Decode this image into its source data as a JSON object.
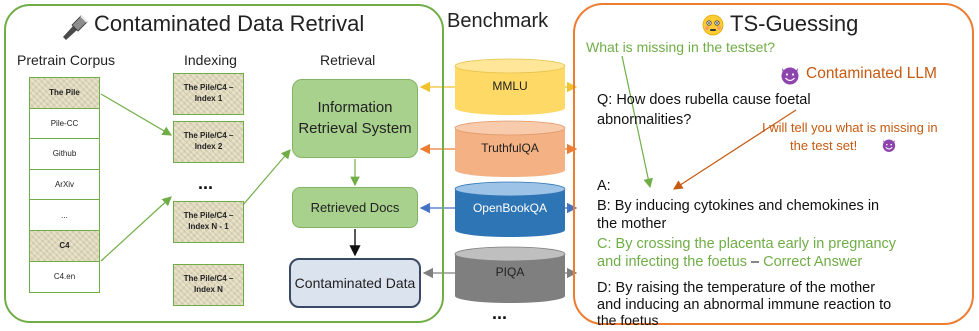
{
  "benchmark_title": "Benchmark",
  "left": {
    "title": "Contaminated Data Retrival",
    "title_icon": "flashlight-icon",
    "col_pretrain": "Pretrain Corpus",
    "col_indexing": "Indexing",
    "col_retrieval": "Retrieval",
    "corpus_items": [
      "The Pile",
      "Pile-CC",
      "Github",
      "ArXiv",
      "...",
      "C4",
      "C4.en"
    ],
    "index_items": [
      "The Pile/C4 – Index 1",
      "The Pile/C4 – Index 2",
      "...",
      "The Pile/C4 – Index N - 1",
      "The Pile/C4 – Index N"
    ],
    "irs": "Information Retrieval System",
    "retrieved": "Retrieved Docs",
    "contaminated": "Contaminated Data"
  },
  "benchmarks": [
    "MMLU",
    "TruthfulQA",
    "OpenBookQA",
    "PIQA",
    "..."
  ],
  "right": {
    "title": "TS-Guessing",
    "title_icon": "flushed-face-icon",
    "missing_q": "What is missing in the testset?",
    "llm_label": "Contaminated LLM",
    "llm_icon": "smiling-devil-icon",
    "reply_line1": "I will tell you what is missing in",
    "reply_line2": "the test set!",
    "question_line1": "Q: How does rubella cause foetal",
    "question_line2": "abnormalities?",
    "a_label": "A:",
    "b_line1": "B: By inducing cytokines and chemokines in",
    "b_line2": "the mother",
    "c_line1": "C: By crossing the placenta early in pregnancy",
    "c_line2a": "and infecting the foetus",
    "c_dash": "–",
    "c_correct": "Correct Answer",
    "d_line1": "D: By raising the temperature of the mother",
    "d_line2": "and inducing an abnormal immune reaction to",
    "d_line3": "the foetus"
  },
  "colors": {
    "green": "#70ad47",
    "orange": "#ed7d31",
    "mmlu": "#ffd966",
    "truthfulqa": "#f4b183",
    "openbookqa": "#2e75b6",
    "piqa": "#7f7f7f",
    "devil": "#7030a0"
  }
}
